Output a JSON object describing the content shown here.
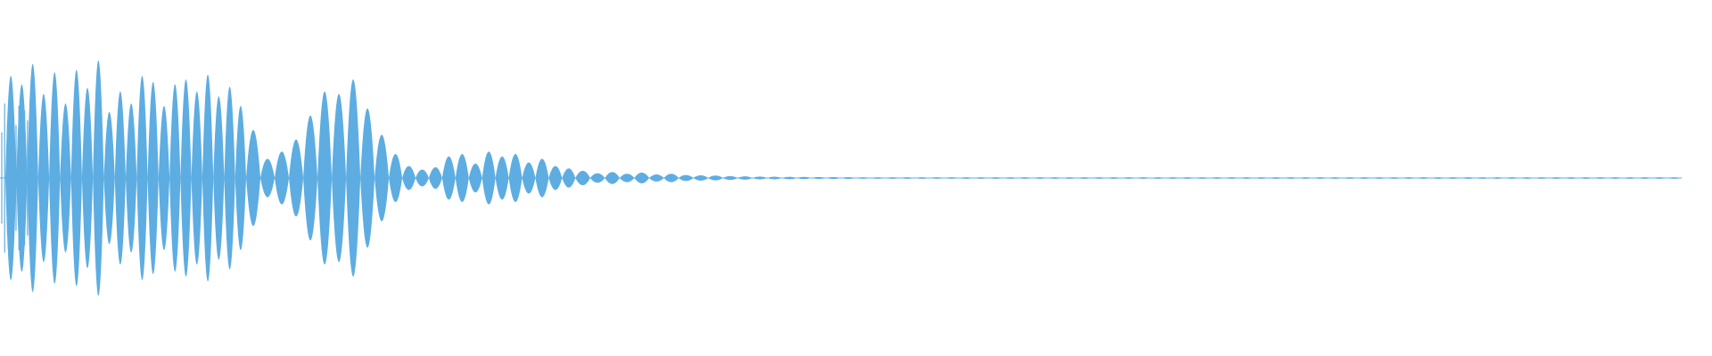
{
  "waveform": {
    "color": "#5dade2",
    "background": "#ffffff",
    "lobe_envelope": [
      0.85,
      0.78,
      0.95,
      0.7,
      0.88,
      0.62,
      0.9,
      0.75,
      0.98,
      0.55,
      0.72,
      0.62,
      0.85,
      0.8,
      0.6,
      0.78,
      0.82,
      0.72,
      0.86,
      0.68,
      0.76,
      0.6,
      0.4,
      0.16,
      0.22,
      0.32,
      0.52,
      0.72,
      0.7,
      0.82,
      0.58,
      0.36,
      0.2,
      0.1,
      0.07,
      0.09,
      0.18,
      0.2,
      0.12,
      0.22,
      0.18,
      0.2,
      0.13,
      0.16,
      0.1,
      0.08,
      0.06,
      0.04,
      0.05,
      0.035,
      0.045,
      0.03,
      0.035,
      0.025,
      0.022,
      0.02,
      0.016,
      0.014,
      0.012,
      0.011,
      0.01,
      0.009,
      0.008,
      0.008,
      0.007,
      0.006,
      0.006,
      0.005,
      0.005,
      0.005,
      0.005,
      0.004,
      0.004,
      0.004,
      0.004,
      0.004,
      0.004,
      0.004,
      0.004,
      0.003,
      0.003,
      0.003,
      0.003,
      0.003,
      0.003,
      0.003,
      0.003,
      0.003,
      0.003,
      0.003,
      0.003,
      0.003,
      0.003,
      0.003,
      0.003,
      0.003,
      0.003,
      0.003,
      0.003,
      0.003,
      0.003,
      0.003,
      0.003,
      0.003,
      0.003,
      0.003,
      0.003,
      0.003,
      0.003,
      0.003,
      0.003,
      0.003,
      0.003,
      0.003,
      0.003,
      0.003,
      0.003,
      0.003,
      0.003,
      0.003,
      0.003
    ],
    "transient_lines": [
      0.38,
      0.62,
      0.46,
      0.58,
      0.52,
      0.44,
      0.6,
      0.4,
      0.56,
      0.48,
      0.64,
      0.42
    ]
  }
}
